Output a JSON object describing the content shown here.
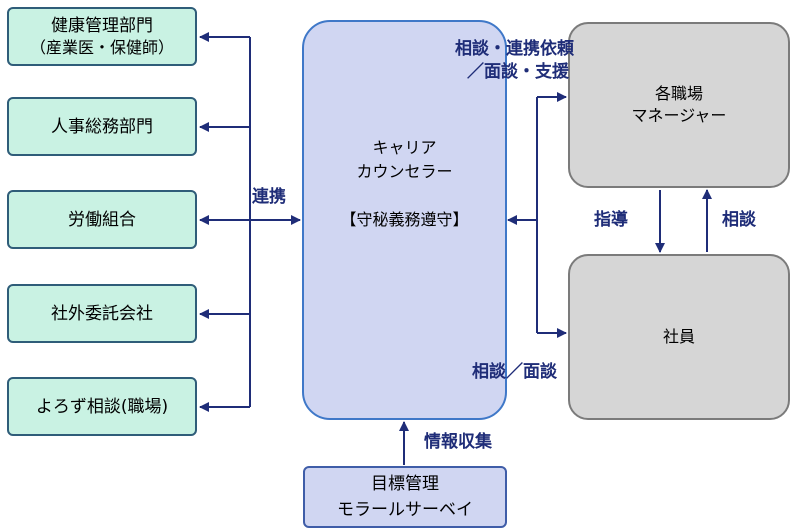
{
  "departments": [
    {
      "line1": "健康管理部門",
      "line2": "（産業医・保健師）"
    },
    {
      "line1": "人事総務部門"
    },
    {
      "line1": "労働組合"
    },
    {
      "line1": "社外委託会社"
    },
    {
      "line1": "よろず相談(職場)"
    }
  ],
  "counselor": {
    "line1": "キャリア",
    "line2": "カウンセラー",
    "line3": "【守秘義務遵守】"
  },
  "manager": {
    "line1": "各職場",
    "line2": "マネージャー"
  },
  "employee": {
    "label": "社員"
  },
  "survey": {
    "line1": "目標管理",
    "line2": "モラールサーベイ"
  },
  "labels": {
    "renkei": "連携",
    "top_line1": "相談・連携依頼",
    "top_line2": "／面談・支援",
    "shido": "指導",
    "sodan": "相談",
    "bottom": "相談／面談",
    "joho": "情報収集"
  },
  "colors": {
    "arrow": "#1f2d78",
    "dept_fill": "#c9f2e3",
    "counselor_fill": "#d0d6f2",
    "gray_fill": "#d6d6d6"
  }
}
